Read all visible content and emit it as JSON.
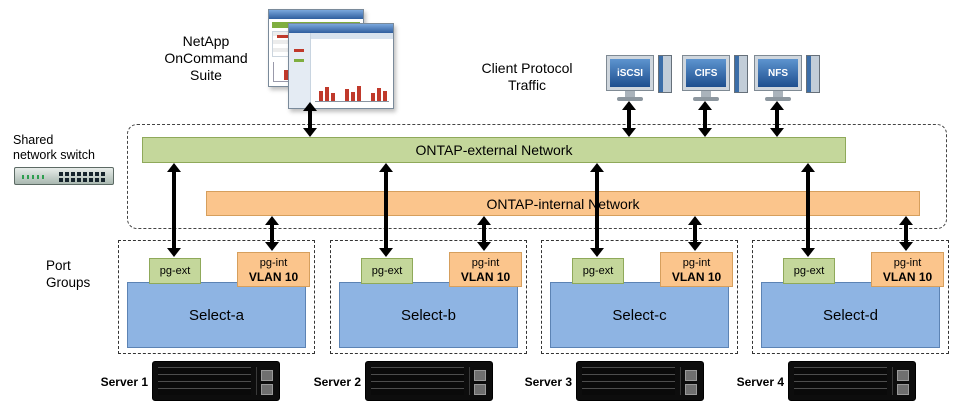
{
  "diagram": {
    "oncommand_label": [
      "NetApp",
      "OnCommand",
      "Suite"
    ],
    "client_label": [
      "Client Protocol",
      "Traffic"
    ],
    "switch_label": [
      "Shared",
      "network switch"
    ],
    "port_groups_label": [
      "Port",
      "Groups"
    ],
    "external_network": "ONTAP-external Network",
    "internal_network": "ONTAP-internal Network",
    "protocols": [
      "iSCSI",
      "CIFS",
      "NFS"
    ],
    "nodes": [
      {
        "pg_ext": "pg-ext",
        "pg_int": "pg-int",
        "vlan": "VLAN 10",
        "name": "Select-a",
        "server": "Server 1"
      },
      {
        "pg_ext": "pg-ext",
        "pg_int": "pg-int",
        "vlan": "VLAN 10",
        "name": "Select-b",
        "server": "Server 2"
      },
      {
        "pg_ext": "pg-ext",
        "pg_int": "pg-int",
        "vlan": "VLAN 10",
        "name": "Select-c",
        "server": "Server 3"
      },
      {
        "pg_ext": "pg-ext",
        "pg_int": "pg-int",
        "vlan": "VLAN 10",
        "name": "Select-d",
        "server": "Server 4"
      }
    ],
    "colors": {
      "network_external": "#c4d79b",
      "network_internal": "#fbc58c",
      "node_fill": "#8eb4e3",
      "screen_blue": "#1e4f8f"
    }
  }
}
